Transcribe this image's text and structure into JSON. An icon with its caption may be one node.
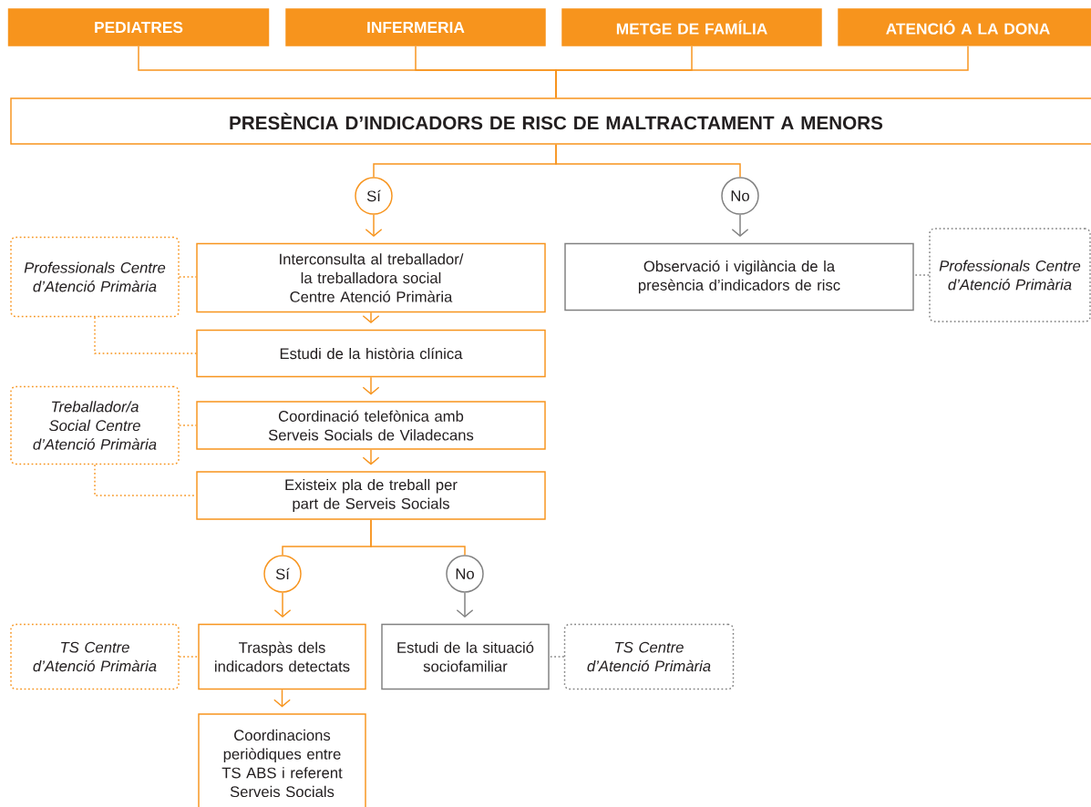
{
  "diagram": {
    "nodes": [
      {
        "text": [
          "PEDIATRES"
        ]
      },
      {
        "text": [
          "INFERMERIA"
        ]
      },
      {
        "text": [
          "METGE DE FAMÍLIA"
        ]
      },
      {
        "text": [
          "ATENCIÓ A LA DONA"
        ]
      },
      {
        "text": [
          "PRESÈNCIA D’INDICADORS DE RISC DE MALTRACTAMENT A MENORS"
        ]
      },
      {
        "text": [
          "Sí"
        ]
      },
      {
        "text": [
          "No"
        ]
      },
      {
        "text": [
          "Professionals Centre d’Atenció Primària"
        ]
      },
      {
        "text": [
          "Interconsulta al treballador/ la treballadora social Centre Atenció Primària"
        ]
      },
      {
        "text": [
          "Observació i vigilància de la presència d’indicadors de risc"
        ]
      },
      {
        "text": [
          "Professionals Centre d’Atenció Primària"
        ]
      },
      {
        "text": [
          "Estudi de la història clínica"
        ]
      },
      {
        "text": [
          "Treballador/a Social Centre d’Atenció Primària"
        ]
      },
      {
        "text": [
          "Coordinació telefònica amb Serveis Socials de Viladecans"
        ]
      },
      {
        "text": [
          "Existeix pla de treball per part de Serveis Socials"
        ]
      },
      {
        "text": [
          "Sí"
        ]
      },
      {
        "text": [
          "No"
        ]
      },
      {
        "text": [
          "TS Centre d’Atenció Primària"
        ]
      },
      {
        "text": [
          "Traspàs dels indicadors detectats"
        ]
      },
      {
        "text": [
          "Estudi de la situació sociofamiliar"
        ]
      },
      {
        "text": [
          "TS Centre d’Atenció Primària"
        ]
      },
      {
        "text": [
          "Coordinacions periòdiques entre TS ABS i referent Serveis Socials"
        ]
      }
    ],
    "edges": [
      {
        "from": 0,
        "to": 4,
        "arrow": "none"
      },
      {
        "from": 1,
        "to": 4,
        "arrow": "none"
      },
      {
        "from": 2,
        "to": 4,
        "arrow": "none"
      },
      {
        "from": 3,
        "to": 4,
        "arrow": "none"
      },
      {
        "from": 4,
        "to": 5,
        "arrow": "none"
      },
      {
        "from": 4,
        "to": 6,
        "arrow": "none"
      },
      {
        "from": 5,
        "to": 8,
        "arrow": "to"
      },
      {
        "from": 6,
        "to": 9,
        "arrow": "to",
        "color": "#808080"
      },
      {
        "from": 8,
        "to": 11,
        "arrow": "to"
      },
      {
        "from": 11,
        "to": 13,
        "arrow": "to"
      },
      {
        "from": 13,
        "to": 14,
        "arrow": "to"
      },
      {
        "from": 14,
        "to": 15,
        "arrow": "none"
      },
      {
        "from": 14,
        "to": 16,
        "arrow": "none"
      },
      {
        "from": 15,
        "to": 18,
        "arrow": "to"
      },
      {
        "from": 16,
        "to": 19,
        "arrow": "to",
        "color": "#808080"
      },
      {
        "from": 18,
        "to": 21,
        "arrow": "to"
      },
      {
        "from": 7,
        "to": 8,
        "arrow": "none",
        "style": "dashed"
      },
      {
        "from": 7,
        "to": 11,
        "arrow": "none",
        "style": "dashed"
      },
      {
        "from": 10,
        "to": 9,
        "arrow": "none",
        "style": "dashed",
        "color": "#808080"
      },
      {
        "from": 12,
        "to": 13,
        "arrow": "none",
        "style": "dashed"
      },
      {
        "from": 12,
        "to": 14,
        "arrow": "none",
        "style": "dashed"
      },
      {
        "from": 17,
        "to": 18,
        "arrow": "none",
        "style": "dashed"
      },
      {
        "from": 20,
        "to": 19,
        "arrow": "none",
        "style": "dashed",
        "color": "#808080"
      }
    ]
  }
}
